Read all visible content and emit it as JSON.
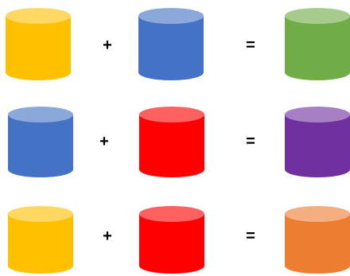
{
  "colors": {
    "yellow": "#FFC000",
    "blue": "#4472C4",
    "green": "#70AD47",
    "red": "#FF0000",
    "purple": "#7030A0",
    "orange": "#ED7D31"
  },
  "rows": [
    {
      "left": "yellow",
      "right": "blue",
      "result": "green",
      "plus": "+",
      "equals": "="
    },
    {
      "left": "blue",
      "right": "red",
      "result": "purple",
      "plus": "+",
      "equals": "="
    },
    {
      "left": "yellow",
      "right": "red",
      "result": "orange",
      "plus": "+",
      "equals": "="
    }
  ]
}
